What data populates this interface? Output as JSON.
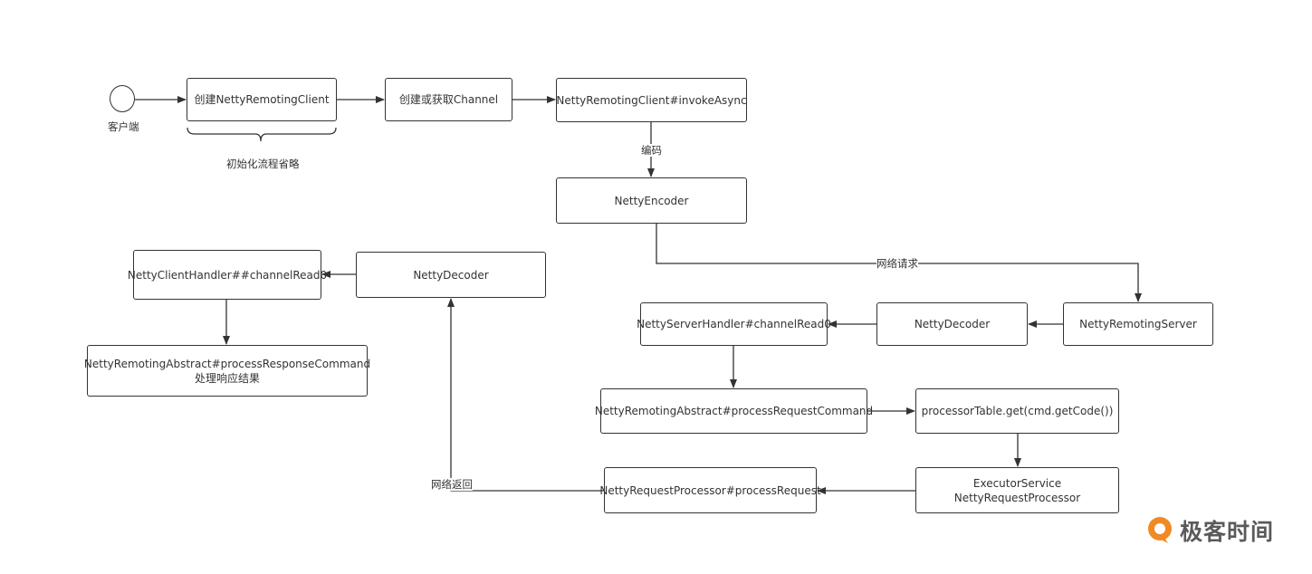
{
  "client": {
    "label": "客户端"
  },
  "brace_label": "初始化流程省略",
  "nodes": {
    "create_client": "创建NettyRemotingClient",
    "get_channel": "创建或获取Channel",
    "invoke_async": "NettyRemotingClient#invokeAsync",
    "encoder": "NettyEncoder",
    "remoting_server": "NettyRemotingServer",
    "server_decoder": "NettyDecoder",
    "server_handler": "NettyServerHandler#channelRead0",
    "process_request": "NettyRemotingAbstract#processRequestCommand",
    "processor_table": "processorTable.get(cmd.getCode())",
    "executor": "ExecutorService NettyRequestProcessor",
    "request_processor": "NettyRequestProcessor#processRequest",
    "client_decoder": "NettyDecoder",
    "client_handler": "NettyClientHandler##channelRead0",
    "process_response_line1": "NettyRemotingAbstract#processResponseCommand",
    "process_response_line2": "处理响应结果"
  },
  "edge_labels": {
    "encode": "编码",
    "network_request": "网络请求",
    "network_return": "网络返回"
  },
  "logo": {
    "text": "极客时间",
    "color": "#f08a24"
  }
}
